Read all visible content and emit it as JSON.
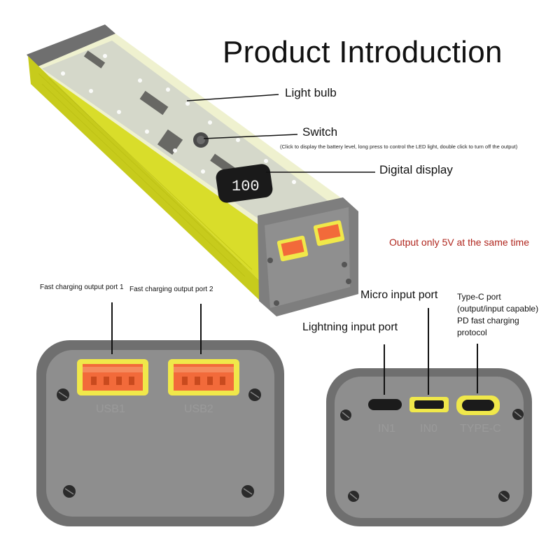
{
  "title": "Product Introduction",
  "callouts": {
    "light_bulb": "Light bulb",
    "switch": "Switch",
    "switch_note": "(Click to display the battery level, long press to control the LED light, double click to turn off the output)",
    "digital_display": "Digital display",
    "output_note": "Output only 5V at the same time"
  },
  "left_panel": {
    "port1_callout": "Fast charging output port 1",
    "port2_callout": "Fast charging output port 2",
    "port1_label": "USB1",
    "port2_label": "USB2"
  },
  "right_panel": {
    "lightning_callout": "Lightning input port",
    "micro_callout": "Micro input port",
    "typec_callout": "Type-C port (output/input capable) PD fast charging protocol",
    "in1_label": "IN1",
    "in0_label": "IN0",
    "typec_label": "TYPE-C"
  },
  "display_reading": "100",
  "colors": {
    "shell_yellow": "#d9dd2a",
    "frame_grey": "#7b7b7b",
    "panel_grey": "#8e8e8e",
    "usb_orange": "#f26a3a",
    "port_yellow": "#f0e84a",
    "note_red": "#b0261e"
  }
}
